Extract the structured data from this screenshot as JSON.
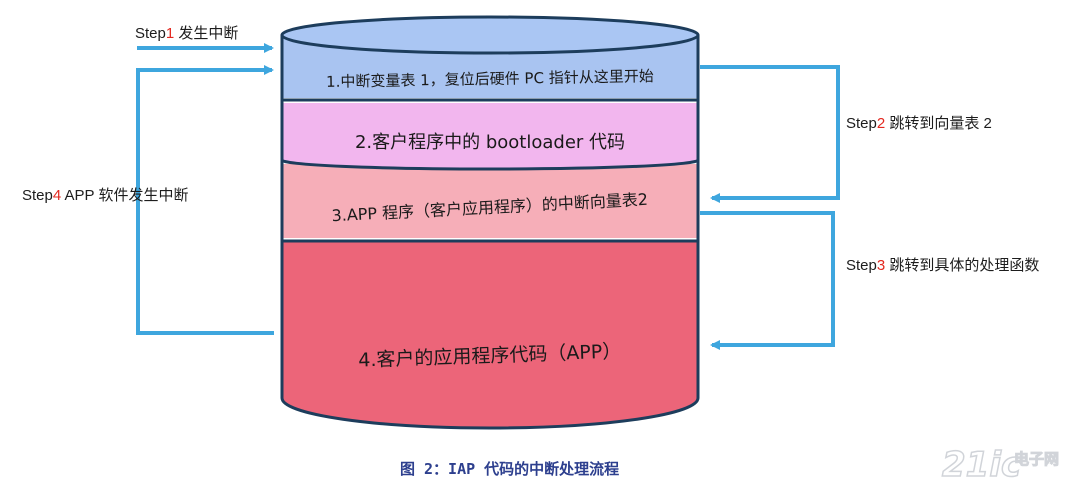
{
  "steps": {
    "step1": {
      "word": "Step",
      "num": "1",
      "text": " 发生中断"
    },
    "step2": {
      "word": "Step",
      "num": "2",
      "text": " 跳转到向量表 2"
    },
    "step3": {
      "word": "Step",
      "num": "3",
      "text": " 跳转到具体的处理函数"
    },
    "step4": {
      "word": "Step",
      "num": "4",
      "text": " APP 软件发生中断"
    }
  },
  "layers": {
    "layer1": "1.中断变量表 1，复位后硬件 PC 指针从这里开始",
    "layer2": "2.客户程序中的 bootloader 代码",
    "layer3": "3.APP 程序（客户应用程序）的中断向量表2",
    "layer4": "4.客户的应用程序代码（APP）"
  },
  "caption": "图 2：IAP 代码的中断处理流程",
  "watermark": {
    "digits": "21ic",
    "cn": "电子网"
  },
  "colors": {
    "layer1": "#a9c4f1",
    "layer2": "#f2b6ee",
    "layer3": "#f6aeb8",
    "layer4": "#ec6579",
    "arrow": "#3ea6de",
    "outline": "#1d3d5c",
    "step_number": "#e3281f",
    "caption": "#2d3f8e"
  }
}
